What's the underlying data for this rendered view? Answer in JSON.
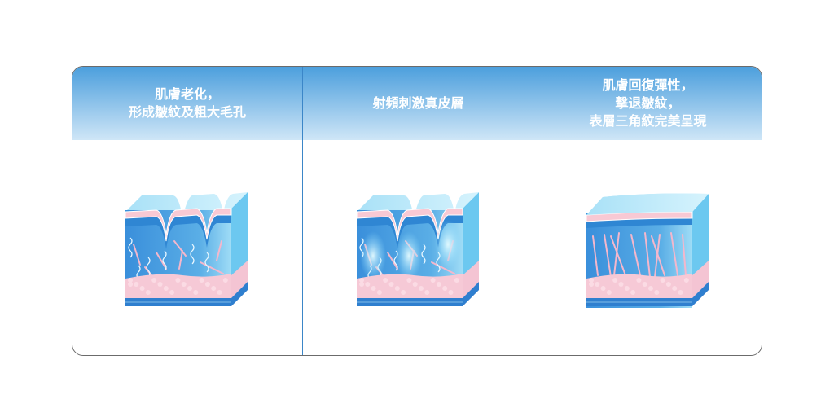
{
  "panels": [
    {
      "lines": [
        "肌膚老化，",
        "形成皺紋及粗大毛孔"
      ],
      "variant": "wrinkled"
    },
    {
      "lines": [
        "射頻刺激真皮層"
      ],
      "variant": "treated"
    },
    {
      "lines": [
        "肌膚回復彈性，",
        "擊退皺紋，",
        "表層三角紋完美呈現"
      ],
      "variant": "smooth"
    }
  ],
  "colors": {
    "header_top": "#4c9fdd",
    "header_bottom": "#cfe6f7",
    "dermis": "#3f95dc",
    "fat": "#f6c9d6",
    "epidermis": "#b8e6f8"
  }
}
